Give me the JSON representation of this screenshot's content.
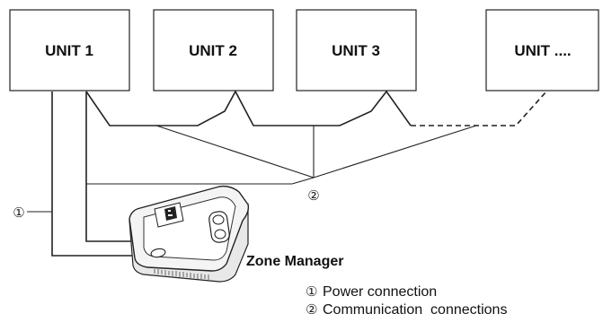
{
  "units": [
    {
      "label": "UNIT 1"
    },
    {
      "label": "UNIT 2"
    },
    {
      "label": "UNIT 3"
    },
    {
      "label": "UNIT ...."
    }
  ],
  "callouts": {
    "power": "①",
    "communication": "②"
  },
  "device": {
    "label": "Zone Manager"
  },
  "legend": [
    {
      "marker": "①",
      "text": "Power connection"
    },
    {
      "marker": "②",
      "text": "Communication  connections"
    }
  ]
}
